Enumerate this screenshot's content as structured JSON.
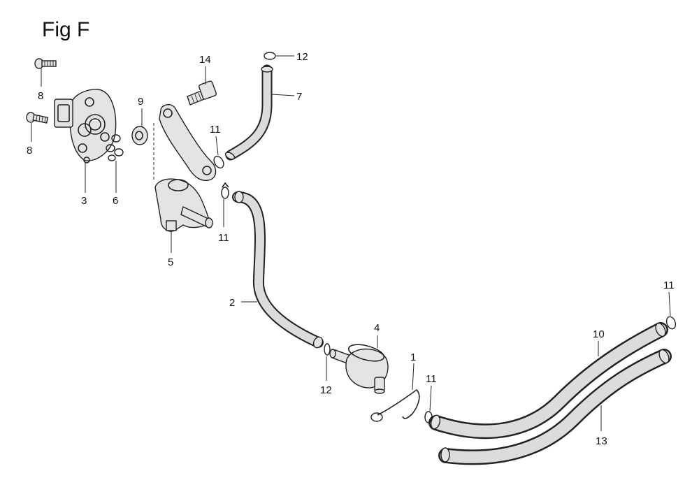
{
  "figure": {
    "title": "Fig F"
  },
  "callouts": {
    "c1": "1",
    "c2": "2",
    "c3": "3",
    "c4": "4",
    "c5": "5",
    "c6": "6",
    "c7": "7",
    "c8a": "8",
    "c8b": "8",
    "c9": "9",
    "c10": "10",
    "c11a": "11",
    "c11b": "11",
    "c11c": "11",
    "c11d": "11",
    "c12a": "12",
    "c12b": "12",
    "c13": "13",
    "c14": "14"
  }
}
